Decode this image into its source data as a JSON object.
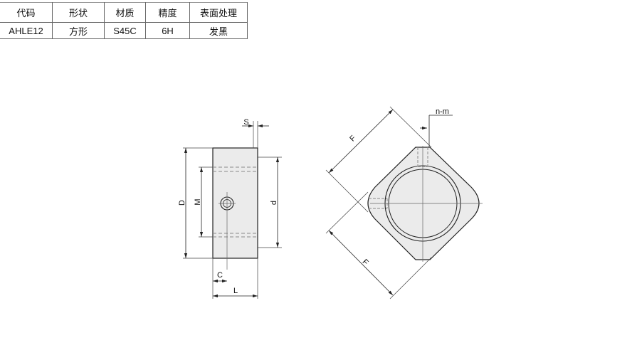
{
  "table": {
    "headers": [
      "代码",
      "形状",
      "材质",
      "精度",
      "表面处理"
    ],
    "row": [
      "AHLE12",
      "方形",
      "S45C",
      "6H",
      "发黑"
    ]
  },
  "dims": {
    "S": "S",
    "D": "D",
    "M": "M",
    "d": "d",
    "C": "C",
    "L": "L",
    "F_top": "F",
    "F_bottom": "F",
    "nm": "n-m"
  },
  "colors": {
    "part_fill": "#ebebeb",
    "outline": "#222222",
    "hidden_line": "#8a8a8a"
  }
}
